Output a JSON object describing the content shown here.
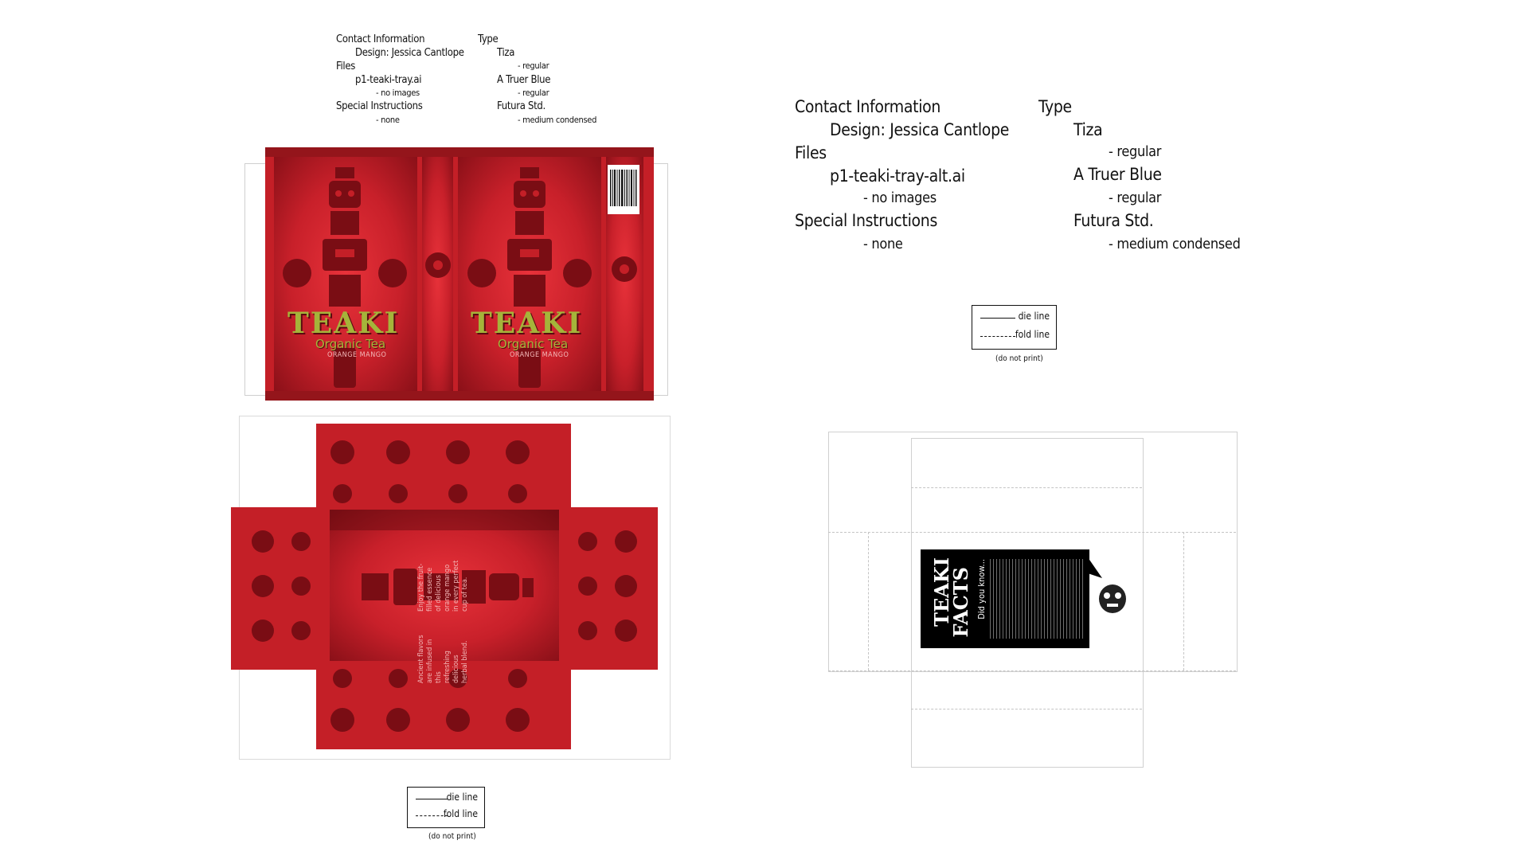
{
  "spec_left": {
    "contact_label": "Contact Information",
    "designer": "Design: Jessica Cantlope",
    "files_label": "Files",
    "file_name": "p1-teaki-tray.ai",
    "images_note": "- no images",
    "special_label": "Special Instructions",
    "special_value": "- none",
    "type_label": "Type",
    "font1_name": "Tiza",
    "font1_style": "- regular",
    "font2_name": "A Truer Blue",
    "font2_style": "- regular",
    "font3_name": "Futura Std.",
    "font3_style": "- medium condensed"
  },
  "spec_right": {
    "contact_label": "Contact Information",
    "designer": "Design: Jessica Cantlope",
    "files_label": "Files",
    "file_name": "p1-teaki-tray-alt.ai",
    "images_note": "- no images",
    "special_label": "Special Instructions",
    "special_value": "- none",
    "type_label": "Type",
    "font1_name": "Tiza",
    "font1_style": "- regular",
    "font2_name": "A Truer Blue",
    "font2_style": "- regular",
    "font3_name": "Futura Std.",
    "font3_style": "- medium condensed"
  },
  "legend": {
    "die_label": "die line",
    "fold_label": "fold line",
    "note": "(do not print)"
  },
  "package": {
    "brand": "TEAKI",
    "subtitle": "Organic Tea",
    "flavor": "ORANGE MANGO",
    "tray_text_top": "Enjoy the fruit-\nfilled essence\nof delicious\norange mango\nin every perfect\ncup of tea.",
    "tray_text_bottom": "Ancient flavors\nare infused in\nthis\nrefreshing\ndelicious\nherbal blend."
  },
  "facts": {
    "title_line1": "TEAKI",
    "title_line2": "FACTS",
    "subtitle": "Did you know..."
  },
  "colors": {
    "package_red": "#d42a30",
    "dark_red": "#7a0d14",
    "brand_green": "#a5b43a",
    "facts_black": "#000000"
  }
}
